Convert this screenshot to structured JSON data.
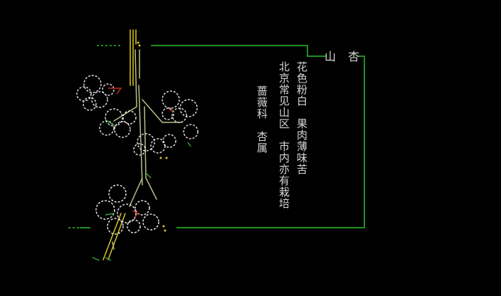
{
  "title": "山 杏",
  "description_columns": [
    "花色粉白　果肉薄味苦",
    "北京常见山区　市内亦有栽培",
    "蔷薇科　杏属"
  ],
  "colors": {
    "background": "#000000",
    "frame": "#1f8f1f",
    "text": "#d6d6d6",
    "flower_outline": "#e6e6e6",
    "branch": "#bdbd8a",
    "accent_red": "#c03020",
    "leaf_green": "#3aa63a",
    "stamen_yellow": "#d8c820"
  },
  "illustration": "apricot-branch-ascii-drawing"
}
